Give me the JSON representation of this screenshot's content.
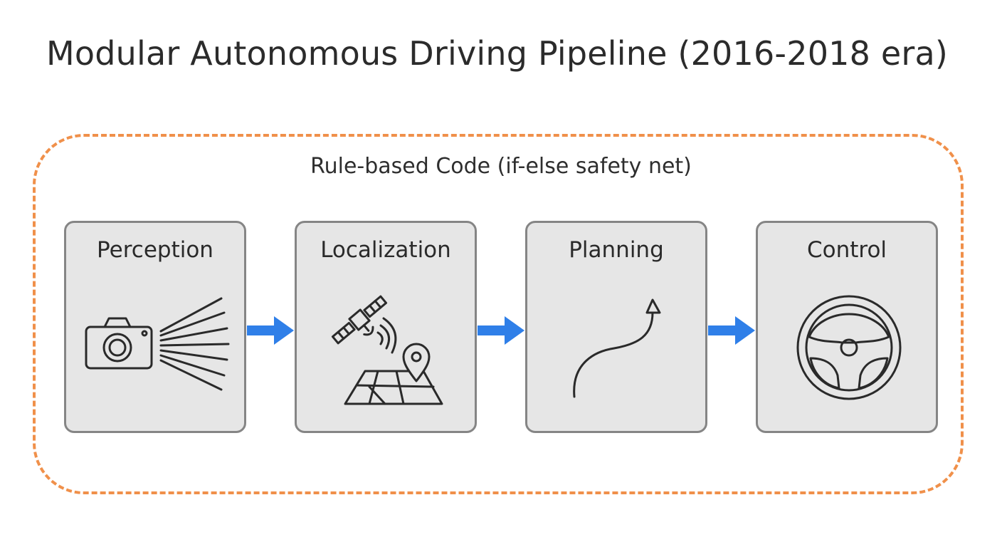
{
  "title": "Modular Autonomous Driving Pipeline (2016-2018 era)",
  "safety_net": {
    "label": "Rule-based Code (if-else safety net)",
    "border_color": "#f0904a"
  },
  "modules": [
    {
      "label": "Perception",
      "icon": "camera-sensor-icon"
    },
    {
      "label": "Localization",
      "icon": "satellite-map-pin-icon"
    },
    {
      "label": "Planning",
      "icon": "path-arrow-icon"
    },
    {
      "label": "Control",
      "icon": "steering-wheel-icon"
    }
  ],
  "colors": {
    "module_fill": "#e6e6e6",
    "module_border": "#858585",
    "arrow": "#2f7fe8",
    "icon_stroke": "#2a2a2a"
  }
}
